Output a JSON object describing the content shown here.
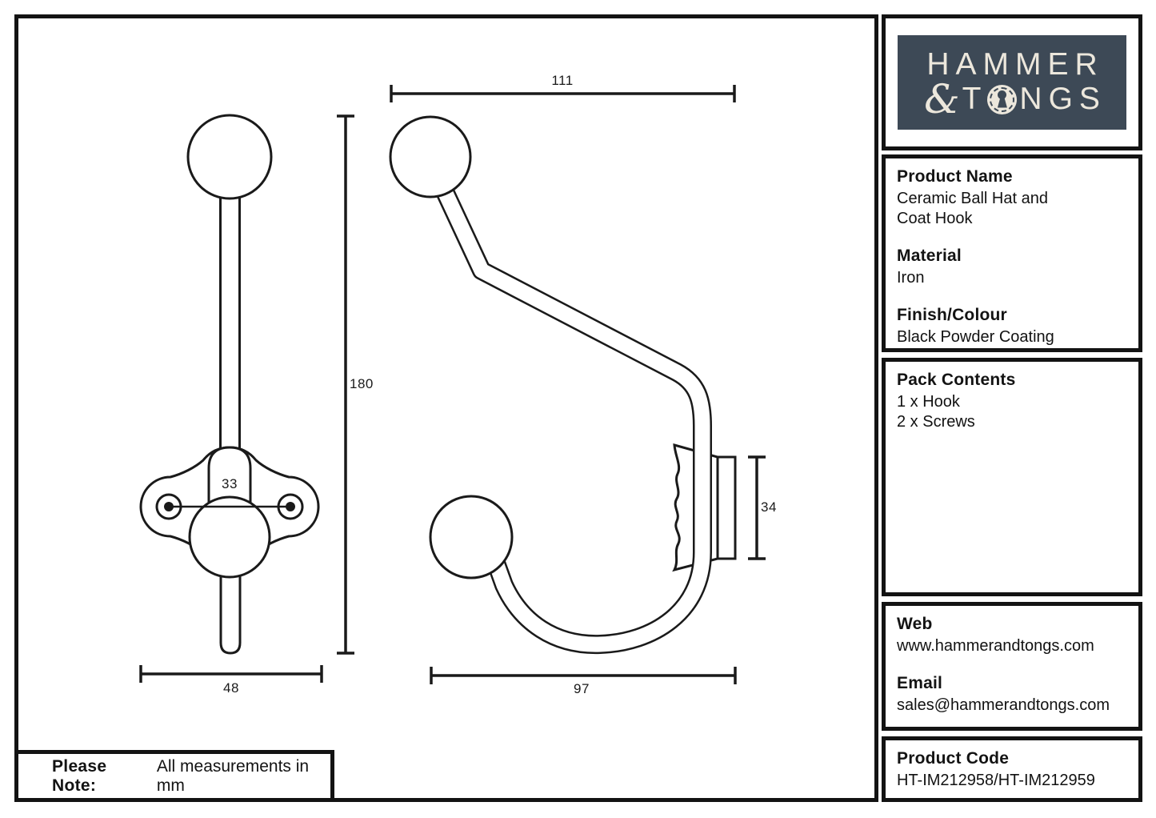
{
  "note": {
    "label": "Please Note:",
    "text": "All measurements in mm"
  },
  "logo": {
    "line1": "HAMMER",
    "ampersand": "&",
    "line2_t": "T",
    "line2_rest": "NGS",
    "background": "#3d4956",
    "foreground": "#ece7dc"
  },
  "specs": {
    "product_name": {
      "label": "Product Name",
      "line1": "Ceramic Ball Hat and",
      "line2": "Coat Hook"
    },
    "material": {
      "label": "Material",
      "value": "Iron"
    },
    "finish": {
      "label": "Finish/Colour",
      "value": "Black Powder Coating"
    },
    "pack": {
      "label": "Pack Contents",
      "item1": "1 x Hook",
      "item2": "2 x Screws"
    },
    "web": {
      "label": "Web",
      "value": "www.hammerandtongs.com"
    },
    "email": {
      "label": "Email",
      "value": "sales@hammerandtongs.com"
    },
    "code": {
      "label": "Product Code",
      "value": "HT-IM212958/HT-IM212959"
    }
  },
  "dimensions": {
    "front_overall_height_mm": "180",
    "front_overall_width_mm": "48",
    "screw_spacing_mm": "33",
    "side_overall_width_mm": "111",
    "backplate_height_mm": "34",
    "hook_projection_mm": "97"
  },
  "ink_color": "#1a1a1a"
}
